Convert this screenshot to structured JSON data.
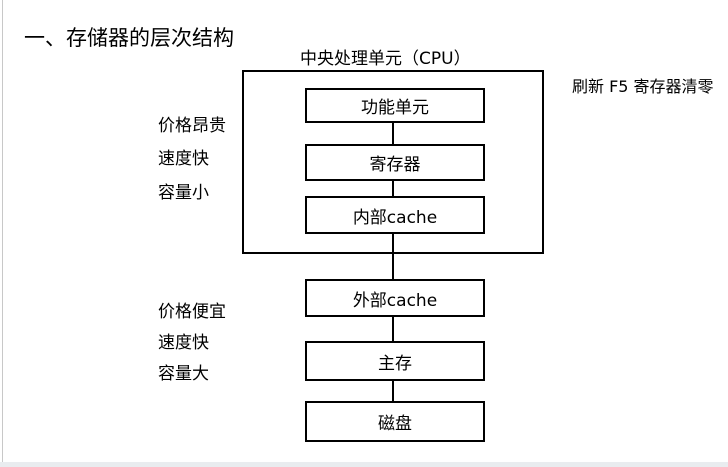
{
  "title": "一、存储器的层次结构",
  "cpu_label": "中央处理单元（CPU）",
  "refresh_hint": "刷新 F5 寄存器清零",
  "cpu_internal": [
    "功能单元",
    "寄存器",
    "内部cache"
  ],
  "external": [
    "外部cache",
    "主存",
    "磁盘"
  ],
  "top_notes": [
    "价格昂贵",
    "速度快",
    "容量小"
  ],
  "bottom_notes": [
    "价格便宜",
    "速度快",
    "容量大"
  ]
}
